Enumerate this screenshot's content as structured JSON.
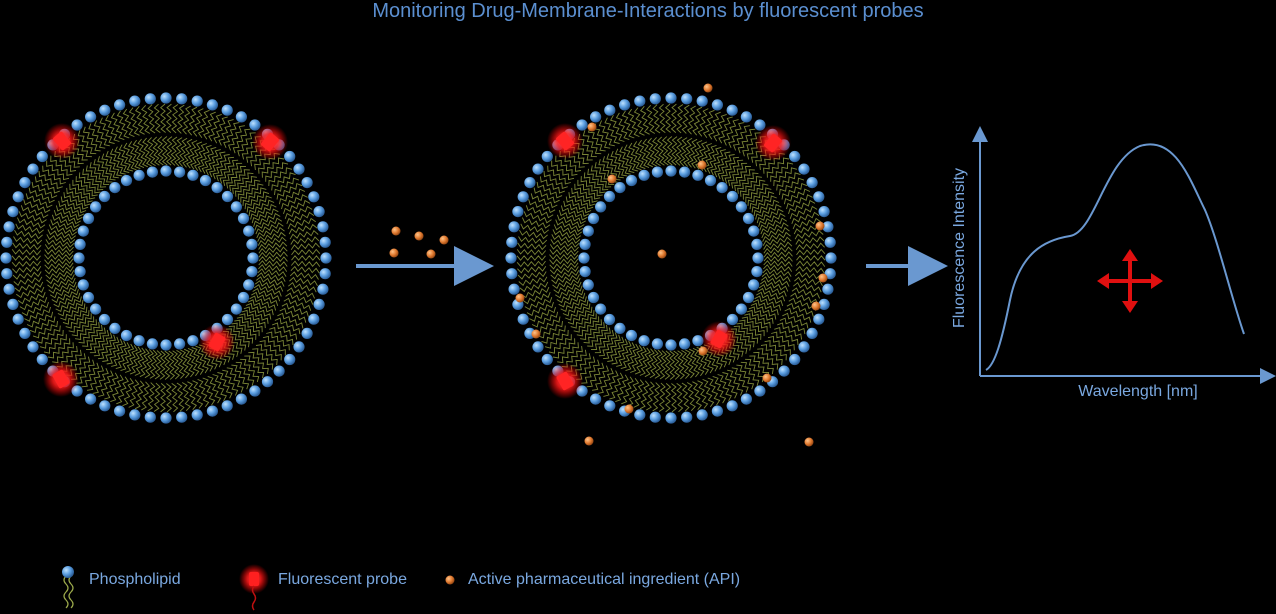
{
  "title": "Monitoring Drug-Membrane-Interactions by fluorescent probes",
  "spectrum": {
    "ylabel": "Fluorescence Intensity",
    "xlabel": "Wavelength [nm]"
  },
  "legend": {
    "phospholipid": "Phospholipid",
    "probe": "Fluorescent probe",
    "api": "Active pharmaceutical ingredient (API)"
  },
  "colors": {
    "background": "#000000",
    "title": "#5b8fd0",
    "text": "#7aa8e0",
    "phospholipid_head": "#5b9ee0",
    "lipid_tail": "#9aa84a",
    "probe": "#ff1a1a",
    "api": "#e07a30",
    "arrow": "#6a98d0",
    "curve": "#6a98d0",
    "shift_arrow": "#e01010"
  }
}
